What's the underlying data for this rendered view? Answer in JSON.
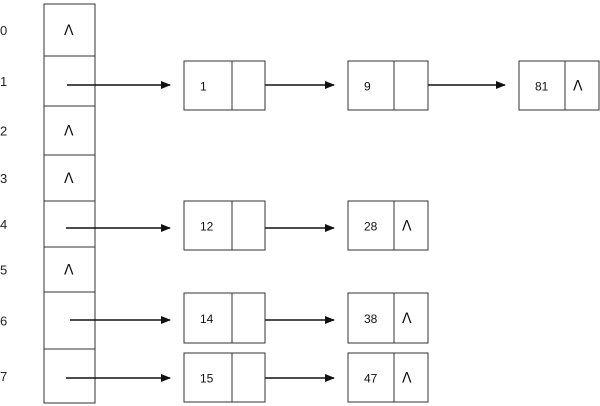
{
  "null_symbol": "Λ",
  "table": [
    {
      "index": "0",
      "is_null": true
    },
    {
      "index": "1",
      "is_null": false
    },
    {
      "index": "2",
      "is_null": true
    },
    {
      "index": "3",
      "is_null": true
    },
    {
      "index": "4",
      "is_null": false
    },
    {
      "index": "5",
      "is_null": true
    },
    {
      "index": "6",
      "is_null": false
    },
    {
      "index": "7",
      "is_null": false
    }
  ],
  "chains": [
    {
      "slot": "1",
      "nodes": [
        {
          "value": "1",
          "last": false
        },
        {
          "value": "9",
          "last": false
        },
        {
          "value": "81",
          "last": true
        }
      ]
    },
    {
      "slot": "4",
      "nodes": [
        {
          "value": "12",
          "last": false
        },
        {
          "value": "28",
          "last": true
        }
      ]
    },
    {
      "slot": "6",
      "nodes": [
        {
          "value": "14",
          "last": false
        },
        {
          "value": "38",
          "last": true
        }
      ]
    },
    {
      "slot": "7",
      "nodes": [
        {
          "value": "15",
          "last": false
        },
        {
          "value": "47",
          "last": true
        }
      ]
    }
  ]
}
